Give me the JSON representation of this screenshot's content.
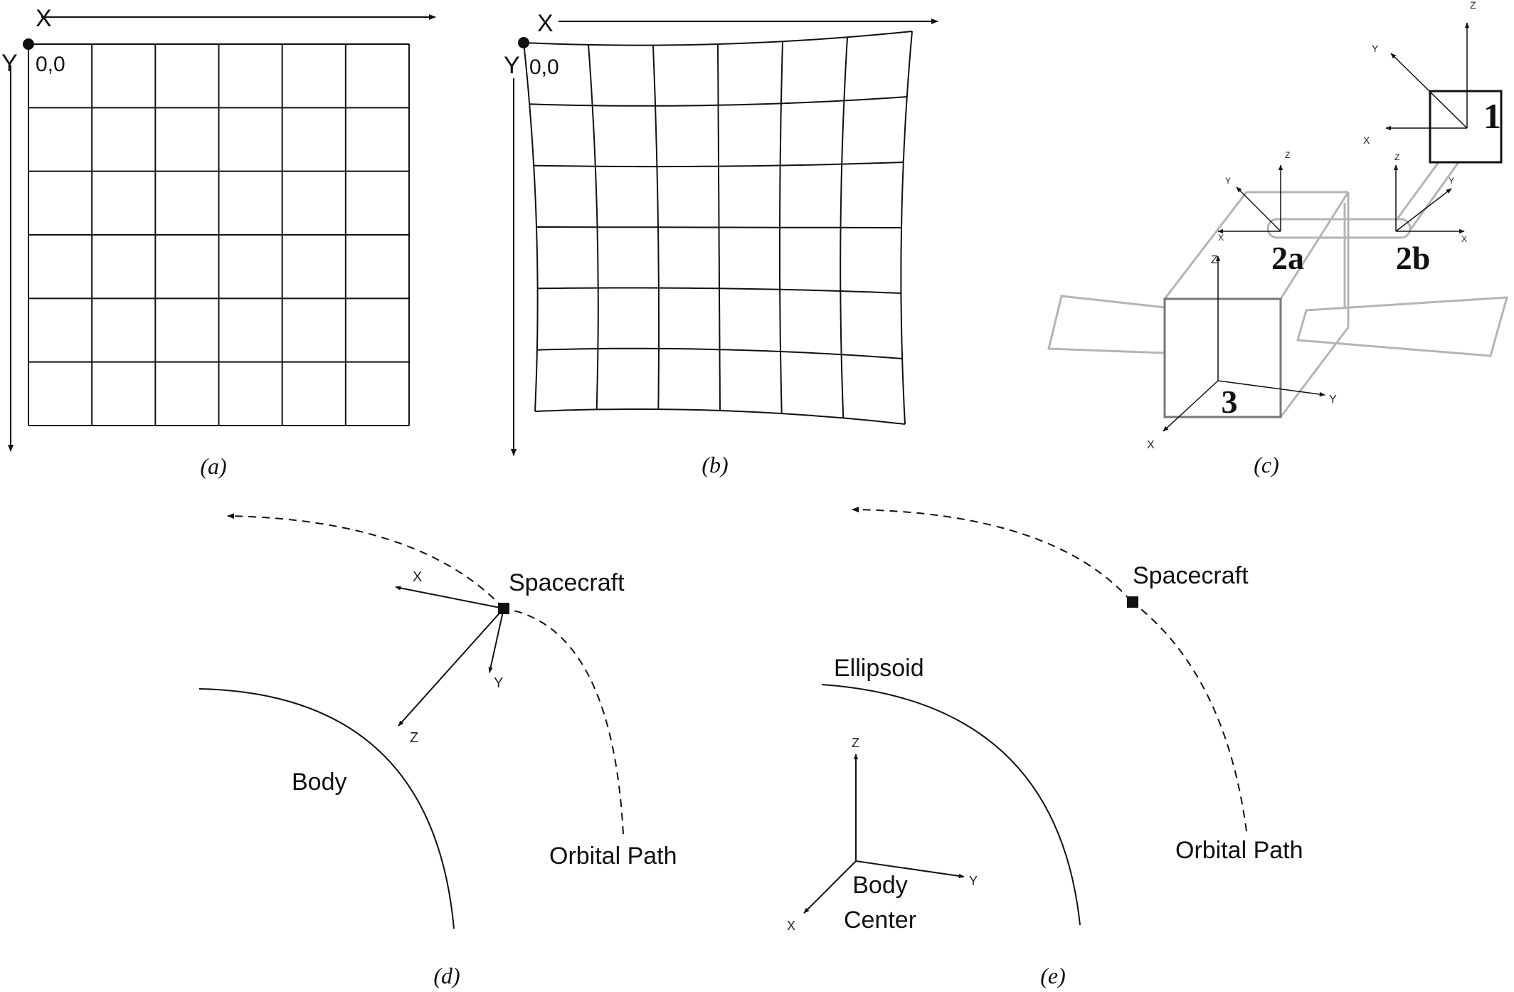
{
  "panels": {
    "a": {
      "caption": "(a)",
      "x_axis": "X",
      "y_axis": "Y",
      "origin": "0,0",
      "grid_cols": 6,
      "grid_rows": 6
    },
    "b": {
      "caption": "(b)",
      "x_axis": "X",
      "y_axis": "Y",
      "origin": "0,0",
      "grid_cols": 6,
      "grid_rows": 6
    },
    "c": {
      "caption": "(c)",
      "frames": {
        "f1": {
          "number": "1",
          "axes": [
            "X",
            "Y",
            "Z"
          ]
        },
        "f2a": {
          "number": "2a",
          "axes": [
            "X",
            "Y",
            "Z"
          ]
        },
        "f2b": {
          "number": "2b",
          "axes": [
            "X",
            "Y",
            "Z"
          ]
        },
        "f3": {
          "number": "3",
          "axes": [
            "X",
            "Y",
            "Z"
          ]
        }
      }
    },
    "d": {
      "caption": "(d)",
      "spacecraft": "Spacecraft",
      "body": "Body",
      "orbital_path": "Orbital Path",
      "axes": {
        "x": "X",
        "y": "Y",
        "z": "Z"
      }
    },
    "e": {
      "caption": "(e)",
      "spacecraft": "Spacecraft",
      "ellipsoid": "Ellipsoid",
      "body_center": [
        "Body",
        "Center"
      ],
      "orbital_path": "Orbital Path",
      "axes": {
        "x": "X",
        "y": "Y",
        "z": "Z"
      }
    }
  },
  "colors": {
    "ink": "#111111",
    "structure_gray": "#b4b4b4",
    "axis_gray": "#222222"
  }
}
